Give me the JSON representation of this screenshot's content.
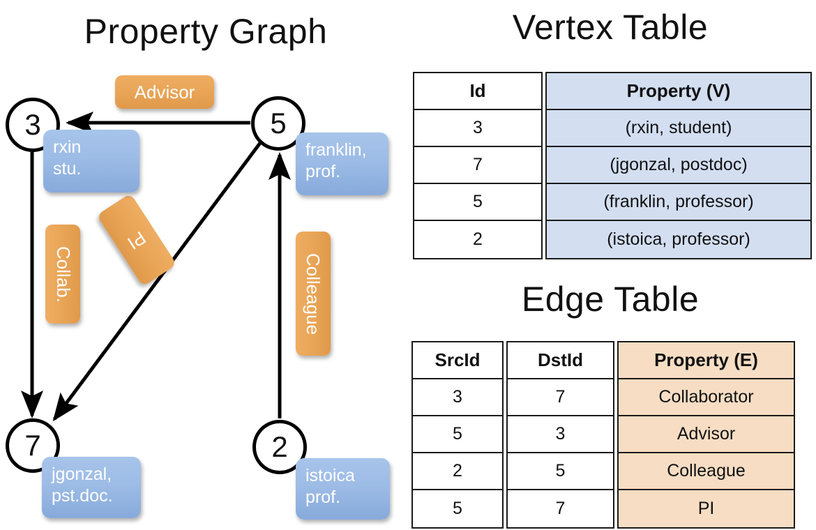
{
  "titles": {
    "property_graph": "Property Graph",
    "vertex_table": "Vertex Table",
    "edge_table": "Edge Table"
  },
  "graph": {
    "nodes": [
      {
        "id": "3",
        "property_line1": "rxin",
        "property_line2": "stu."
      },
      {
        "id": "5",
        "property_line1": "franklin,",
        "property_line2": "prof."
      },
      {
        "id": "7",
        "property_line1": "jgonzal,",
        "property_line2": "pst.doc."
      },
      {
        "id": "2",
        "property_line1": "istoica",
        "property_line2": "prof."
      }
    ],
    "edge_labels": [
      {
        "name": "advisor",
        "text": "Advisor",
        "orientation": "horizontal"
      },
      {
        "name": "collab",
        "text": "Collab.",
        "orientation": "vertical"
      },
      {
        "name": "pi",
        "text": "PI",
        "orientation": "diagonal"
      },
      {
        "name": "colleague",
        "text": "Colleague",
        "orientation": "vertical"
      }
    ],
    "edges": [
      {
        "src": "3",
        "dst": "7",
        "label": "Collab."
      },
      {
        "src": "5",
        "dst": "3",
        "label": "Advisor"
      },
      {
        "src": "2",
        "dst": "5",
        "label": "Colleague"
      },
      {
        "src": "5",
        "dst": "7",
        "label": "PI"
      }
    ]
  },
  "vertex_table": {
    "headers": [
      "Id",
      "Property (V)"
    ],
    "rows": [
      {
        "id": "3",
        "property": "(rxin, student)"
      },
      {
        "id": "7",
        "property": "(jgonzal, postdoc)"
      },
      {
        "id": "5",
        "property": "(franklin, professor)"
      },
      {
        "id": "2",
        "property": "(istoica, professor)"
      }
    ]
  },
  "edge_table": {
    "headers": [
      "SrcId",
      "DstId",
      "Property (E)"
    ],
    "rows": [
      {
        "src": "3",
        "dst": "7",
        "property": "Collaborator"
      },
      {
        "src": "5",
        "dst": "3",
        "property": "Advisor"
      },
      {
        "src": "2",
        "dst": "5",
        "property": "Colleague"
      },
      {
        "src": "5",
        "dst": "7",
        "property": "PI"
      }
    ]
  },
  "colors": {
    "vertex_property_blue": "#9dbce6",
    "edge_label_orange": "#e9a557",
    "vertex_table_tint": "#d3def1",
    "edge_table_tint": "#f6ddc3",
    "stroke": "#000000"
  }
}
